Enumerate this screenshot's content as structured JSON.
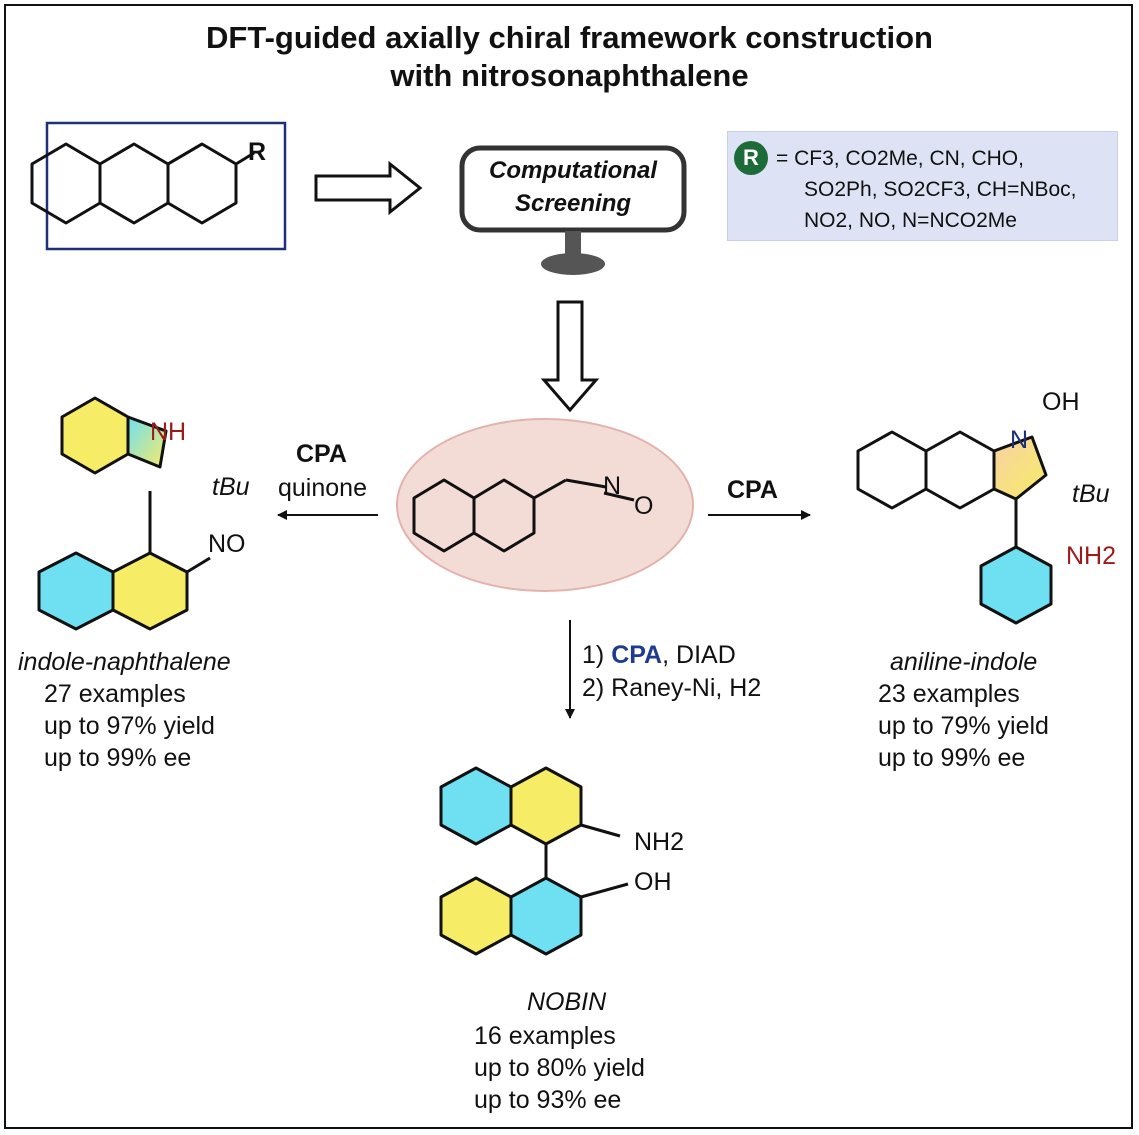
{
  "title": {
    "line1": "DFT-guided axially chiral framework construction",
    "line2": "with nitrosonaphthalene"
  },
  "screening": {
    "line1": "Computational",
    "line2": "Screening"
  },
  "substituents": {
    "badge": "R",
    "line1": "= CF3, CO2Me, CN, CHO,",
    "line2": "SO2Ph, SO2CF3, CH=NBoc,",
    "line3": "NO2, NO, N=NCO2Me"
  },
  "atoms": {
    "start_R": "R",
    "nitroso_N": "N",
    "nitroso_O": "O",
    "indole_NH": "NH",
    "indole_tBu": "tBu",
    "indole_NO": "NO",
    "aniline_OH": "OH",
    "aniline_N": "N",
    "aniline_tBu": "tBu",
    "aniline_NH2": "NH2",
    "nobin_NH2": "NH2",
    "nobin_OH": "OH"
  },
  "left_reaction": {
    "reagent1": "CPA",
    "reagent2": "quinone"
  },
  "right_reaction": {
    "reagent": "CPA"
  },
  "down_reaction": {
    "step1_num": "1)",
    "step1_cat": "CPA",
    "step1_rest": ", DIAD",
    "step2": "2) Raney-Ni, H2"
  },
  "products": {
    "indole_naphthalene": {
      "name": "indole-naphthalene",
      "examples": "27 examples",
      "yield": "up to 97% yield",
      "ee": "up to 99% ee"
    },
    "aniline_indole": {
      "name": "aniline-indole",
      "examples": "23 examples",
      "yield": "up to 79% yield",
      "ee": "up to 99% ee"
    },
    "nobin": {
      "name": "NOBIN",
      "examples": "16 examples",
      "yield": "up to 80% yield",
      "ee": "up to 93% ee"
    }
  },
  "colors": {
    "cyan": "#6fdff2",
    "yellow": "#f6ec66",
    "box_blue": "#1f2f7a",
    "r_fill": "#dde3f5",
    "r_badge": "#1e6b3a",
    "center_ellipse": "#f4dcd6",
    "cpa_blue": "#1f3b8f",
    "heteroatom_red": "#9b1b1b"
  }
}
